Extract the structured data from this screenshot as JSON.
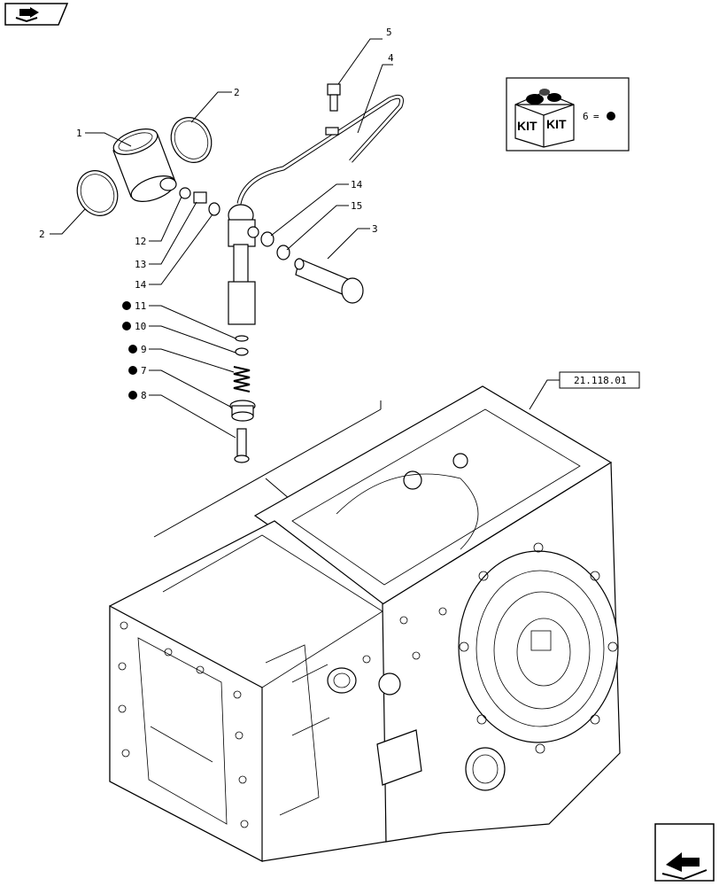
{
  "callouts": {
    "c1": "1",
    "c2a": "2",
    "c2b": "2",
    "c3": "3",
    "c4": "4",
    "c5": "5",
    "c7": "7",
    "c8": "8",
    "c9": "9",
    "c10": "10",
    "c11": "11",
    "c12": "12",
    "c13": "13",
    "c14a": "14",
    "c14b": "14",
    "c15": "15"
  },
  "kit": {
    "box_label_1": "KIT",
    "box_label_2": "KIT",
    "number": "6",
    "equals": "="
  },
  "reference": {
    "label": "21.118.01"
  }
}
